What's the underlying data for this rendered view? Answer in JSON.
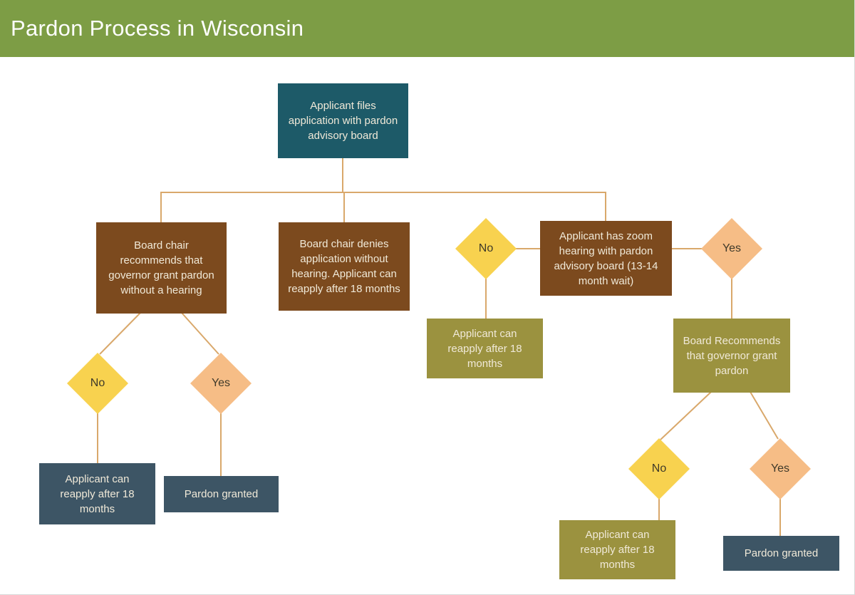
{
  "header": {
    "title": "Pardon Process in Wisconsin"
  },
  "colors": {
    "header_bg": "#7d9d45",
    "header_text": "#ffffff",
    "canvas_bg": "#ffffff",
    "teal": "#1d5a68",
    "brown": "#7c4a1e",
    "slate": "#3d5565",
    "olive": "#9b923f",
    "yellow": "#f8d24f",
    "peach": "#f6bd86",
    "line": "#d9a86b",
    "box_text": "#f0e9d8",
    "diamond_text": "#3f3a2a"
  },
  "nodes": {
    "start": "Applicant files application with pardon advisory board",
    "chair_recommends": "Board chair recommends that governor grant pardon without a hearing",
    "chair_denies": "Board chair denies application without hearing. Applicant can reapply after 18 months",
    "zoom_hearing": "Applicant has zoom hearing with pardon advisory board (13-14 month wait)",
    "chair_no": "No",
    "chair_yes": "Yes",
    "chair_no_reapply": "Applicant can reapply after 18 months",
    "chair_yes_granted": "Pardon granted",
    "zoom_no": "No",
    "zoom_yes": "Yes",
    "zoom_no_reapply": "Applicant can reapply after 18 months",
    "board_recommends": "Board Recommends that governor grant pardon",
    "board_no": "No",
    "board_yes": "Yes",
    "board_no_reapply": "Applicant can reapply after 18 months",
    "board_yes_granted": "Pardon granted"
  },
  "edges": [
    {
      "from": "start",
      "to": "chair_recommends"
    },
    {
      "from": "start",
      "to": "chair_denies"
    },
    {
      "from": "start",
      "to": "zoom_hearing"
    },
    {
      "from": "chair_recommends",
      "to": "chair_no"
    },
    {
      "from": "chair_recommends",
      "to": "chair_yes"
    },
    {
      "from": "chair_no",
      "to": "chair_no_reapply"
    },
    {
      "from": "chair_yes",
      "to": "chair_yes_granted"
    },
    {
      "from": "zoom_hearing",
      "to": "zoom_no"
    },
    {
      "from": "zoom_hearing",
      "to": "zoom_yes"
    },
    {
      "from": "zoom_no",
      "to": "zoom_no_reapply"
    },
    {
      "from": "zoom_yes",
      "to": "board_recommends"
    },
    {
      "from": "board_recommends",
      "to": "board_no"
    },
    {
      "from": "board_recommends",
      "to": "board_yes"
    },
    {
      "from": "board_no",
      "to": "board_no_reapply"
    },
    {
      "from": "board_yes",
      "to": "board_yes_granted"
    }
  ]
}
